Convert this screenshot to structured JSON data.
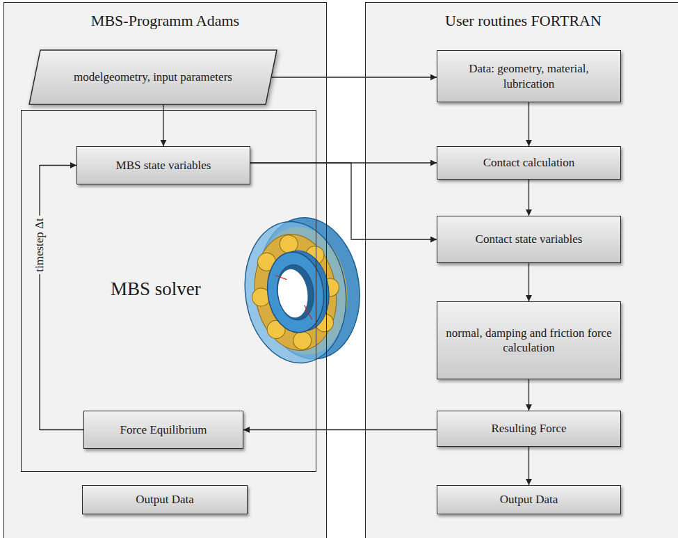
{
  "diagram": {
    "nodes": [
      {
        "text": [
          "MBS-Programm Adams"
        ]
      },
      {
        "text": [
          "User routines FORTRAN"
        ]
      },
      {
        "text": [
          "modelgeometry, input parameters"
        ],
        "in": 0
      },
      {
        "text": [
          "MBS solver"
        ],
        "in": 0
      },
      {
        "text": [
          "MBS state variables"
        ],
        "in": 3
      },
      {
        "text": [
          "Force Equilibrium"
        ],
        "in": 3
      },
      {
        "text": [
          "Output Data"
        ],
        "in": 0
      },
      {
        "text": [
          "Data: geometry, material, lubrication"
        ],
        "in": 1
      },
      {
        "text": [
          "Contact calculation"
        ],
        "in": 1
      },
      {
        "text": [
          "Contact state variables"
        ],
        "in": 1
      },
      {
        "text": [
          "normal, damping and friction force calculation"
        ],
        "in": 1
      },
      {
        "text": [
          "Resulting Force"
        ],
        "in": 1
      },
      {
        "text": [
          "Output Data"
        ],
        "in": 1
      }
    ],
    "edges": [
      {
        "from": 2,
        "to": 7,
        "arrow": "to"
      },
      {
        "from": 2,
        "to": 4,
        "arrow": "to"
      },
      {
        "from": 4,
        "to": 8,
        "arrow": "to"
      },
      {
        "from": 4,
        "to": 9,
        "arrow": "to"
      },
      {
        "from": 7,
        "to": 8,
        "arrow": "to"
      },
      {
        "from": 8,
        "to": 9,
        "arrow": "to"
      },
      {
        "from": 9,
        "to": 10,
        "arrow": "to"
      },
      {
        "from": 10,
        "to": 11,
        "arrow": "to"
      },
      {
        "from": 11,
        "to": 12,
        "arrow": "to"
      },
      {
        "from": 11,
        "to": 5,
        "arrow": "to"
      },
      {
        "from": 5,
        "to": 4,
        "label": "timestep Δt",
        "arrow": "to"
      }
    ]
  }
}
